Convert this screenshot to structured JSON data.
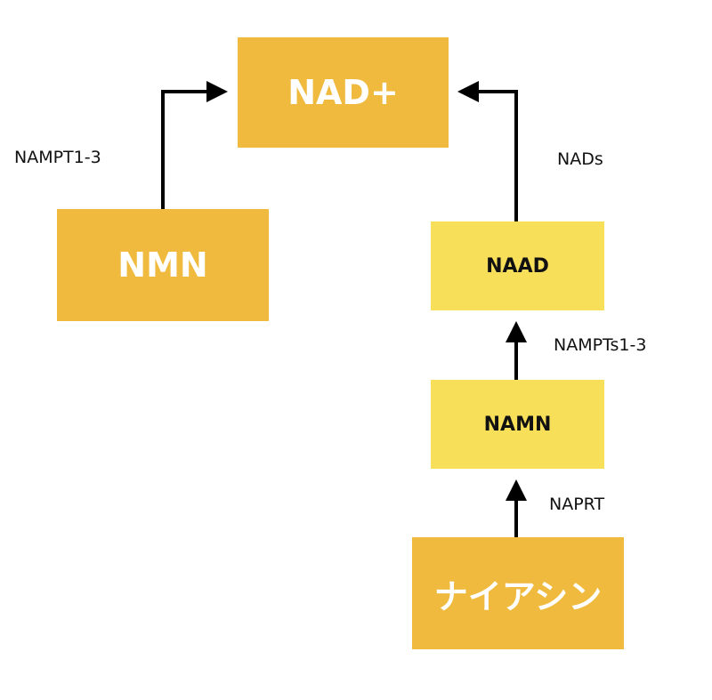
{
  "nodes": {
    "nad": "NAD+",
    "nmn": "NMN",
    "naad": "NAAD",
    "namn": "NAMN",
    "niacin": "ナイアシン"
  },
  "edges": {
    "nampt": "NAMPT1-3",
    "nads": "NADs",
    "nampts": "NAMPTs1-3",
    "naprt": "NAPRT"
  },
  "colors": {
    "node_dark": "#efba3e",
    "node_light": "#f7df5a",
    "arrow": "#000000"
  }
}
